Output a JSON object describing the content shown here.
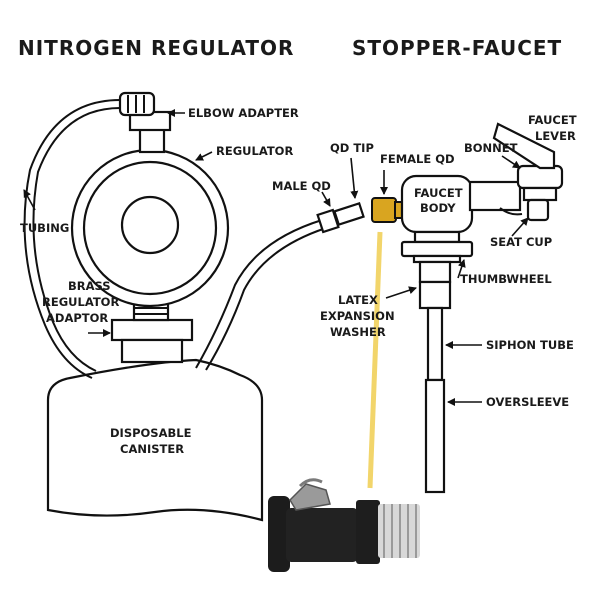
{
  "titles": {
    "left": "NITROGEN REGULATOR",
    "right": "STOPPER-FAUCET"
  },
  "labels": {
    "elbow_adapter": "ELBOW ADAPTER",
    "regulator": "REGULATOR",
    "tubing": "TUBING",
    "brass_1": "BRASS",
    "brass_2": "REGULATOR",
    "brass_3": "ADAPTOR",
    "canister_1": "DISPOSABLE",
    "canister_2": "CANISTER",
    "qd_tip": "QD TIP",
    "female_qd": "FEMALE QD",
    "male_qd": "MALE QD",
    "faucet_body_1": "FAUCET",
    "faucet_body_2": "BODY",
    "faucet_lever_1": "FAUCET",
    "faucet_lever_2": "LEVER",
    "bonnet": "BONNET",
    "seat_cup": "SEAT CUP",
    "thumbwheel": "THUMBWHEEL",
    "latex_1": "LATEX",
    "latex_2": "EXPANSION",
    "latex_3": "WASHER",
    "siphon_tube": "SIPHON TUBE",
    "oversleeve": "OVERSLEEVE"
  },
  "colors": {
    "ink": "#111111",
    "highlight": "#f2d56b",
    "brass": "#d9a520",
    "photo_dark": "#1c1c1c",
    "photo_thread": "#d8d8d8"
  }
}
